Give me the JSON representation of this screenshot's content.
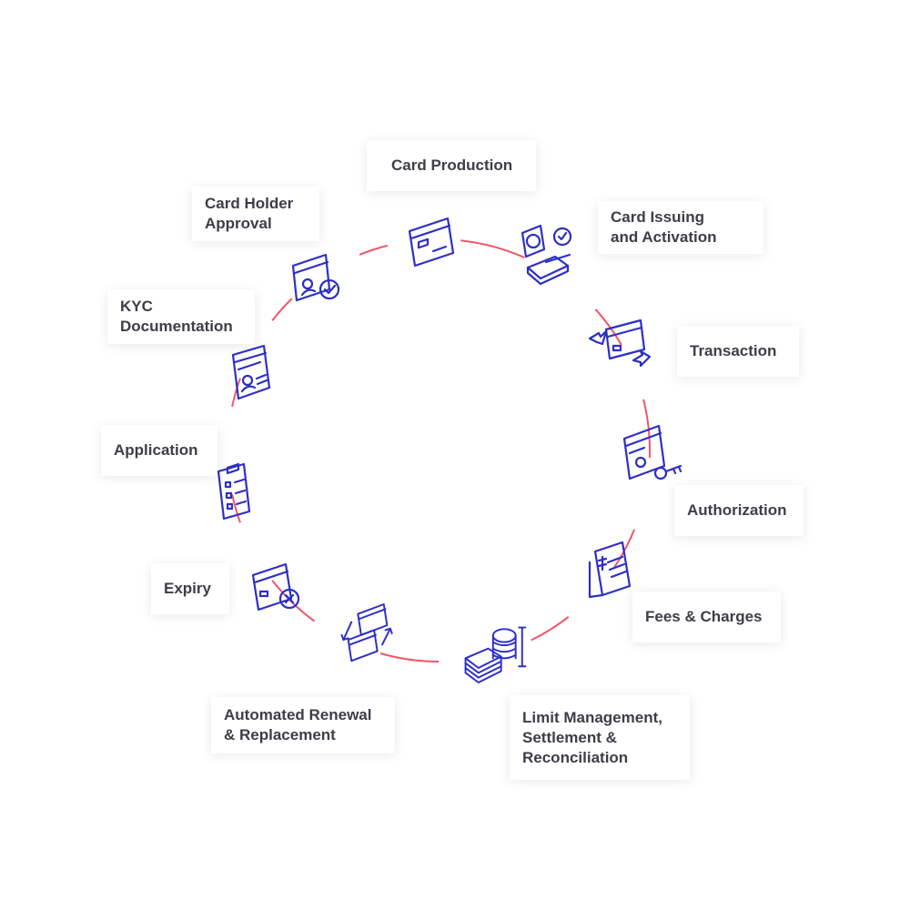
{
  "diagram": {
    "ring_color": "#f0566a",
    "icon_color": "#2d2fc4",
    "text_color": "#3d3e47",
    "steps": [
      {
        "id": "card-production",
        "lines": [
          "Card Production"
        ],
        "icon": "card-icon"
      },
      {
        "id": "card-issuing",
        "lines": [
          "Card Issuing",
          "and Activation"
        ],
        "icon": "card-printer-icon"
      },
      {
        "id": "transaction",
        "lines": [
          "Transaction"
        ],
        "icon": "card-transfer-icon"
      },
      {
        "id": "authorization",
        "lines": [
          "Authorization"
        ],
        "icon": "browser-key-icon"
      },
      {
        "id": "fees-charges",
        "lines": [
          "Fees & Charges"
        ],
        "icon": "invoice-dollar-icon"
      },
      {
        "id": "limit-management",
        "lines": [
          "Limit Management,",
          "Settlement &",
          "Reconciliation"
        ],
        "icon": "money-stack-icon"
      },
      {
        "id": "automated-renewal",
        "lines": [
          "Automated Renewal",
          "& Replacement"
        ],
        "icon": "card-swap-icon"
      },
      {
        "id": "expiry",
        "lines": [
          "Expiry"
        ],
        "icon": "card-cancel-icon"
      },
      {
        "id": "application",
        "lines": [
          "Application"
        ],
        "icon": "clipboard-icon"
      },
      {
        "id": "kyc-documentation",
        "lines": [
          "KYC",
          "Documentation"
        ],
        "icon": "id-document-icon"
      },
      {
        "id": "card-holder-approval",
        "lines": [
          "Card Holder",
          "Approval"
        ],
        "icon": "id-card-check-icon"
      }
    ]
  }
}
